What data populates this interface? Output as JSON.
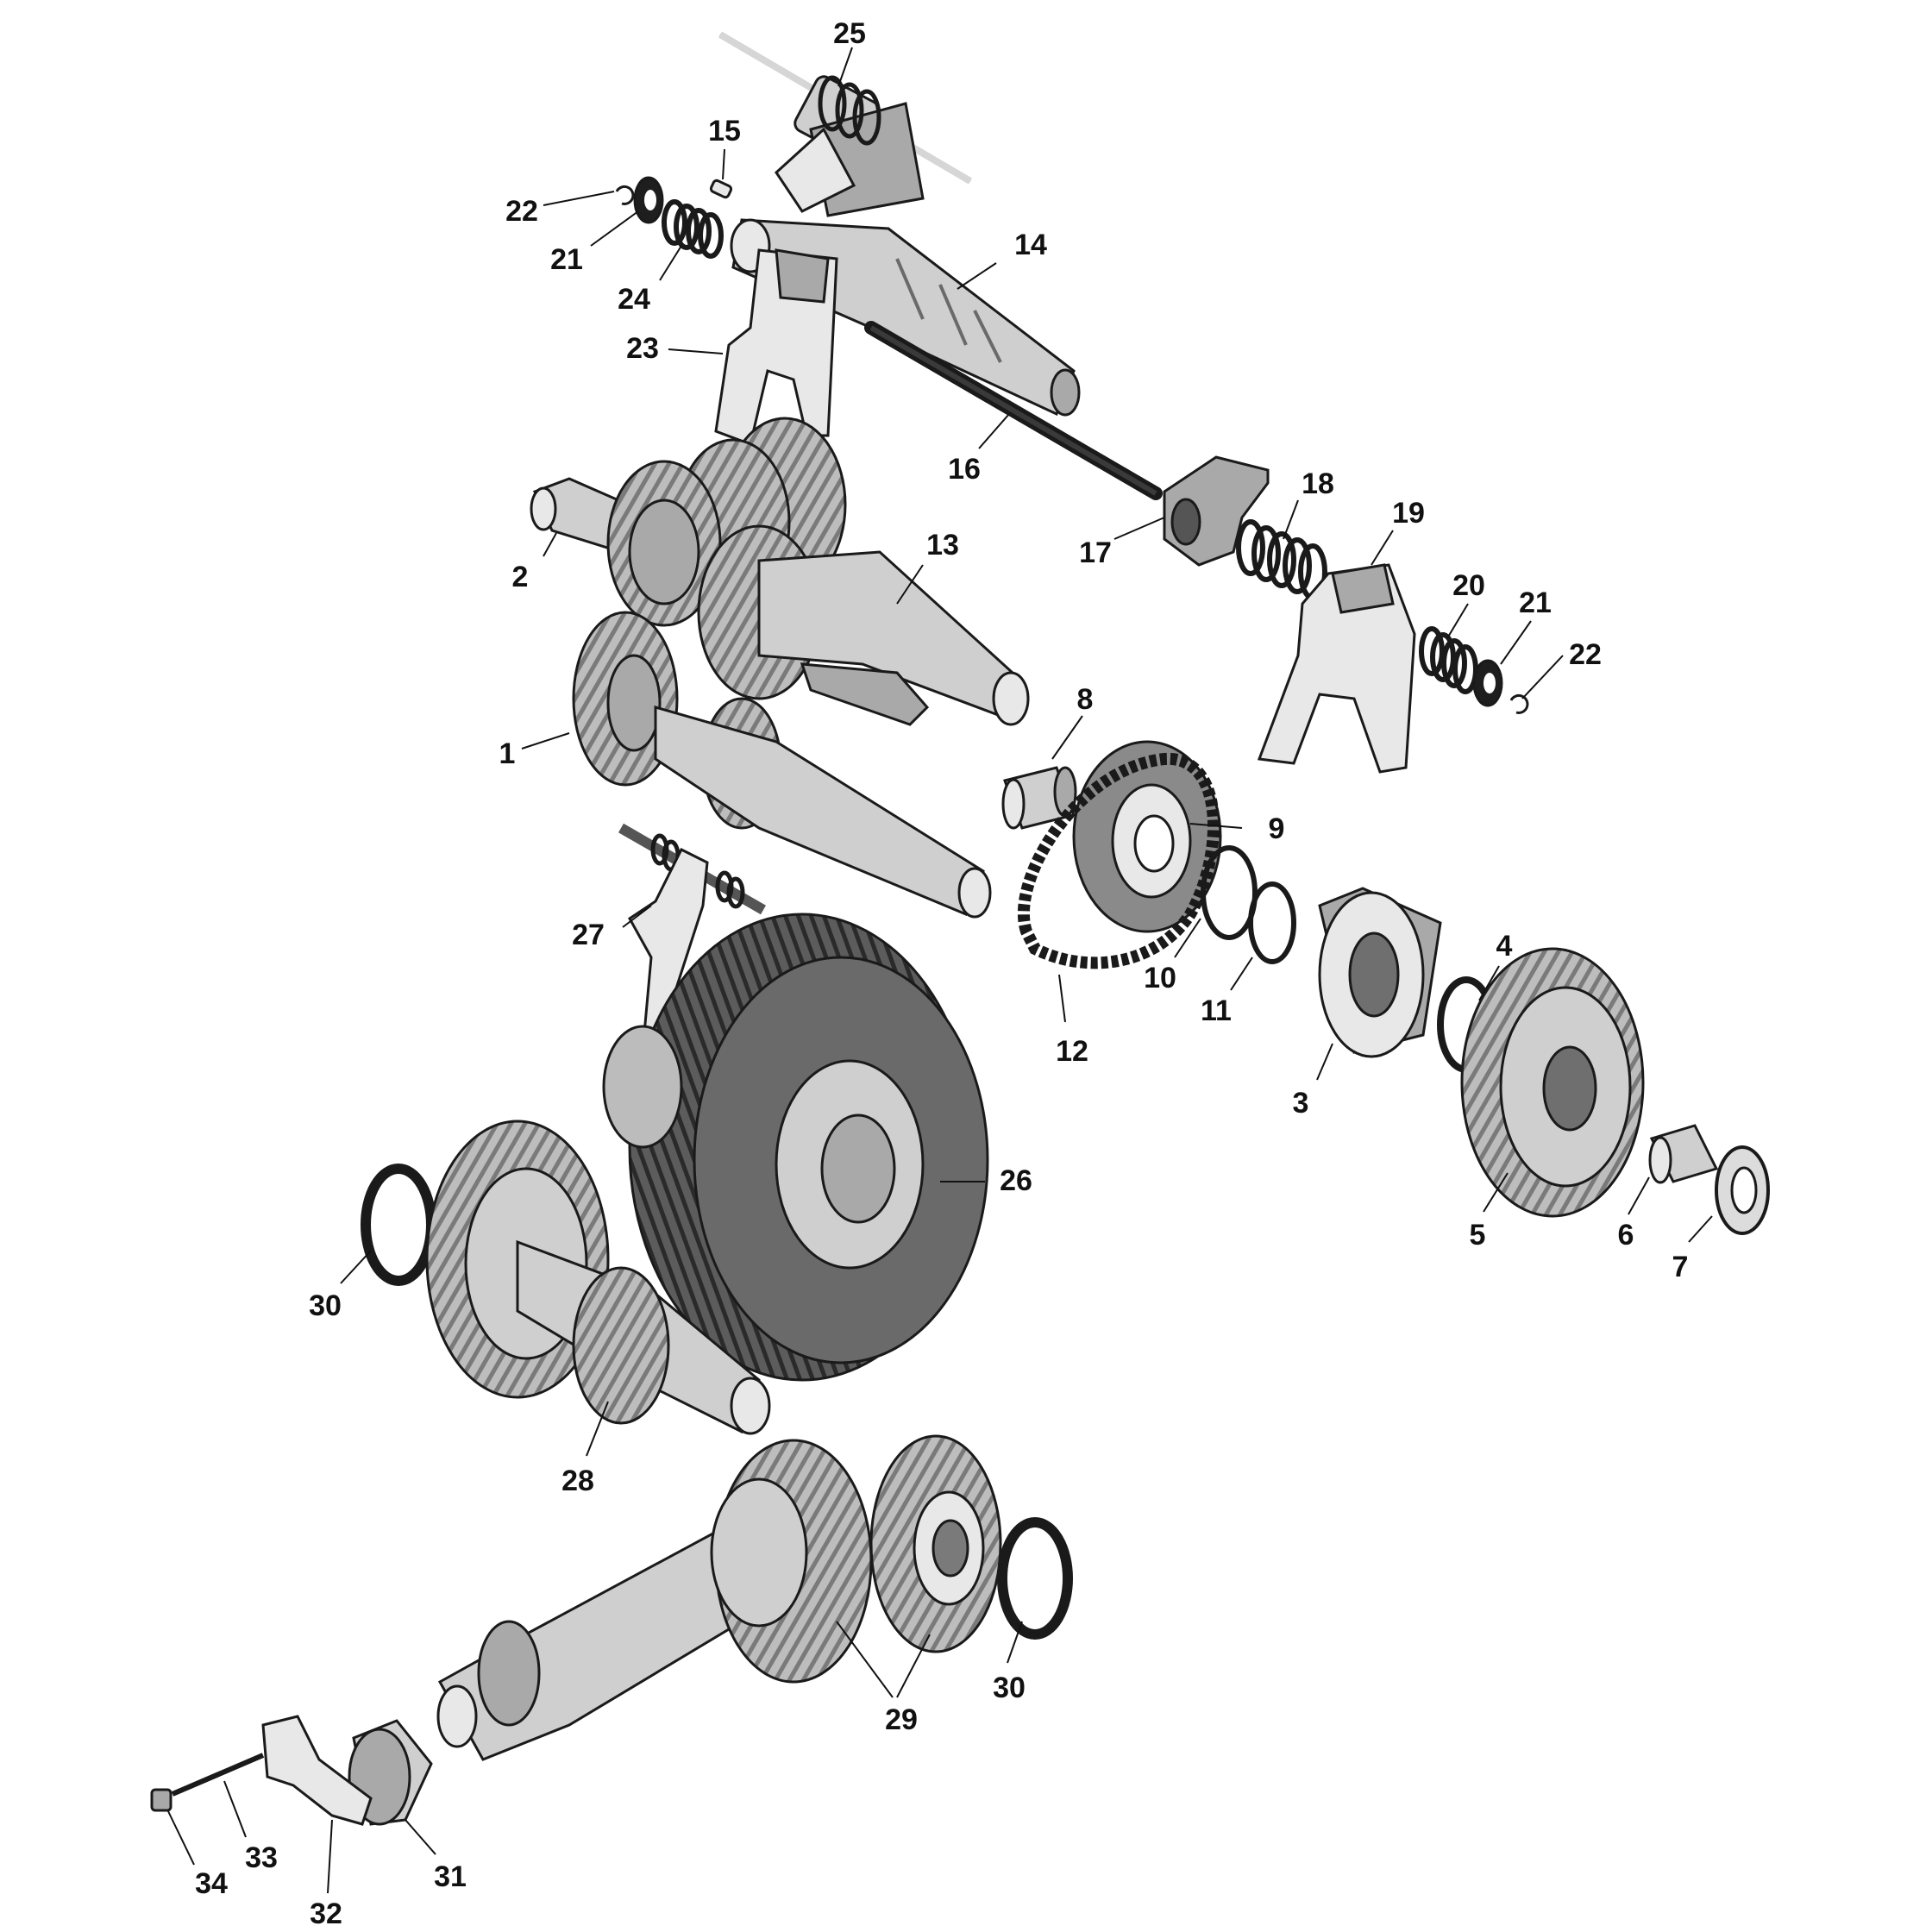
{
  "callouts": [
    {
      "id": "c1",
      "label": "1"
    },
    {
      "id": "c2",
      "label": "2"
    },
    {
      "id": "c3",
      "label": "3"
    },
    {
      "id": "c4",
      "label": "4"
    },
    {
      "id": "c5",
      "label": "5"
    },
    {
      "id": "c6",
      "label": "6"
    },
    {
      "id": "c7",
      "label": "7"
    },
    {
      "id": "c8",
      "label": "8"
    },
    {
      "id": "c9",
      "label": "9"
    },
    {
      "id": "c10",
      "label": "10"
    },
    {
      "id": "c11",
      "label": "11"
    },
    {
      "id": "c12",
      "label": "12"
    },
    {
      "id": "c13",
      "label": "13"
    },
    {
      "id": "c14",
      "label": "14"
    },
    {
      "id": "c15",
      "label": "15"
    },
    {
      "id": "c16",
      "label": "16"
    },
    {
      "id": "c17",
      "label": "17"
    },
    {
      "id": "c18",
      "label": "18"
    },
    {
      "id": "c19",
      "label": "19"
    },
    {
      "id": "c20",
      "label": "20"
    },
    {
      "id": "c21a",
      "label": "21"
    },
    {
      "id": "c21b",
      "label": "21"
    },
    {
      "id": "c22a",
      "label": "22"
    },
    {
      "id": "c22b",
      "label": "22"
    },
    {
      "id": "c23",
      "label": "23"
    },
    {
      "id": "c24",
      "label": "24"
    },
    {
      "id": "c25",
      "label": "25"
    },
    {
      "id": "c26",
      "label": "26"
    },
    {
      "id": "c27",
      "label": "27"
    },
    {
      "id": "c28",
      "label": "28"
    },
    {
      "id": "c29",
      "label": "29"
    },
    {
      "id": "c30a",
      "label": "30"
    },
    {
      "id": "c30b",
      "label": "30"
    },
    {
      "id": "c31",
      "label": "31"
    },
    {
      "id": "c32",
      "label": "32"
    },
    {
      "id": "c33",
      "label": "33"
    },
    {
      "id": "c34",
      "label": "34"
    }
  ]
}
